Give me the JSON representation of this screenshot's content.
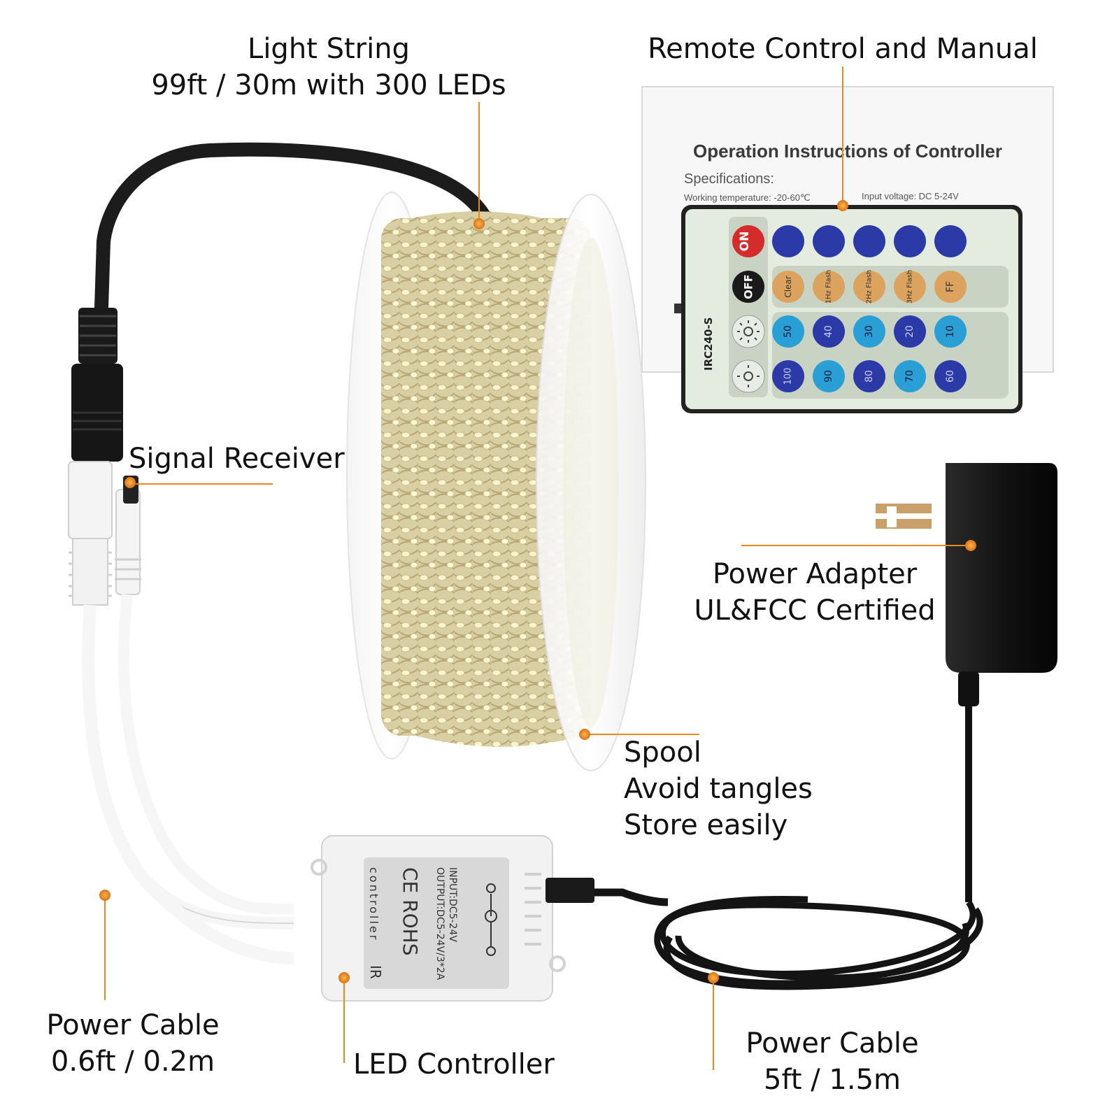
{
  "labels": {
    "light_string": {
      "line1": "Light String",
      "line2": "99ft / 30m with 300 LEDs"
    },
    "remote": {
      "line1": "Remote Control and Manual"
    },
    "signal_receiver": {
      "line1": "Signal Receiver"
    },
    "power_adapter": {
      "line1": "Power Adapter",
      "line2": "UL&FCC Certified"
    },
    "spool": {
      "line1": "Spool",
      "line2": "Avoid tangles",
      "line3": "Store easily"
    },
    "power_cable_short": {
      "line1": "Power Cable",
      "line2": "0.6ft / 0.2m"
    },
    "led_controller": {
      "line1": "LED Controller"
    },
    "power_cable_long": {
      "line1": "Power Cable",
      "line2": "5ft / 1.5m"
    }
  },
  "manual": {
    "title": "Operation Instructions of Controller",
    "spec_heading": "Specifications:",
    "working_temp": "Working temperature: -20-60℃",
    "input_voltage": "Input voltage: DC 5-24V"
  },
  "remote": {
    "model": "IRC240-S",
    "on": "ON",
    "off": "OFF",
    "row2": [
      "Clear",
      "1Hz Flash",
      "2Hz Flash",
      "3Hz Flash",
      "FF"
    ],
    "row3": [
      "50",
      "40",
      "30",
      "20",
      "10"
    ],
    "row4": [
      "100",
      "90",
      "80",
      "70",
      "60"
    ]
  },
  "controller": {
    "input": "INPUT:DC5-24V",
    "output": "OUTPUT:DC5-24V/3*2A",
    "ce_rohs": "CE ROHS",
    "name": "controller",
    "ir": "IR"
  },
  "colors": {
    "accent": "#e8891e",
    "cable_black": "#1c1c1c",
    "remote_body": "#e4ecdf",
    "button_blue": "#2c3aa8",
    "button_tan": "#dca35e",
    "button_red": "#d42b2b"
  }
}
